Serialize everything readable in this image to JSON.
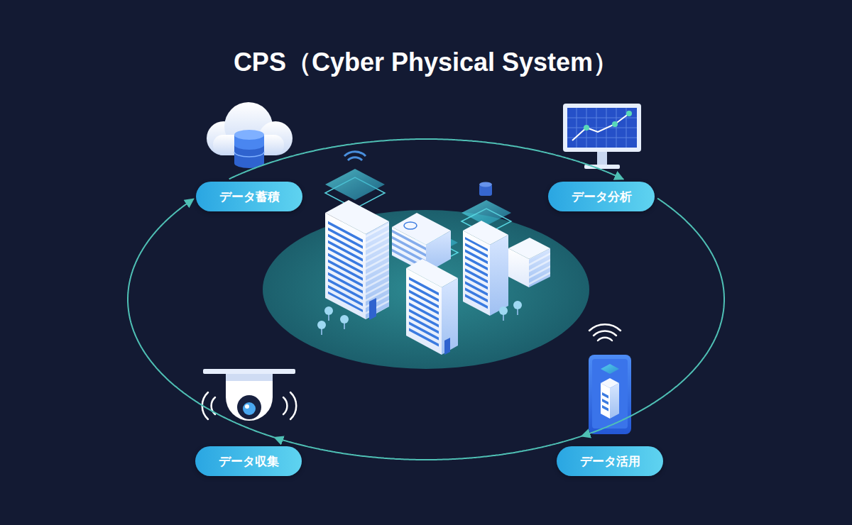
{
  "diagram": {
    "title": "CPS（Cyber Physical System）",
    "nodes": [
      {
        "text": [
          "データ蓄積"
        ]
      },
      {
        "text": [
          "データ分析"
        ]
      },
      {
        "text": [
          "データ収集"
        ]
      },
      {
        "text": [
          "データ活用"
        ]
      }
    ],
    "edges": [
      {
        "from": 2,
        "to": 0,
        "arrow": "to"
      },
      {
        "from": 0,
        "to": 1,
        "arrow": "to"
      },
      {
        "from": 1,
        "to": 3,
        "arrow": "to"
      },
      {
        "from": 3,
        "to": 2,
        "arrow": "to"
      }
    ]
  }
}
